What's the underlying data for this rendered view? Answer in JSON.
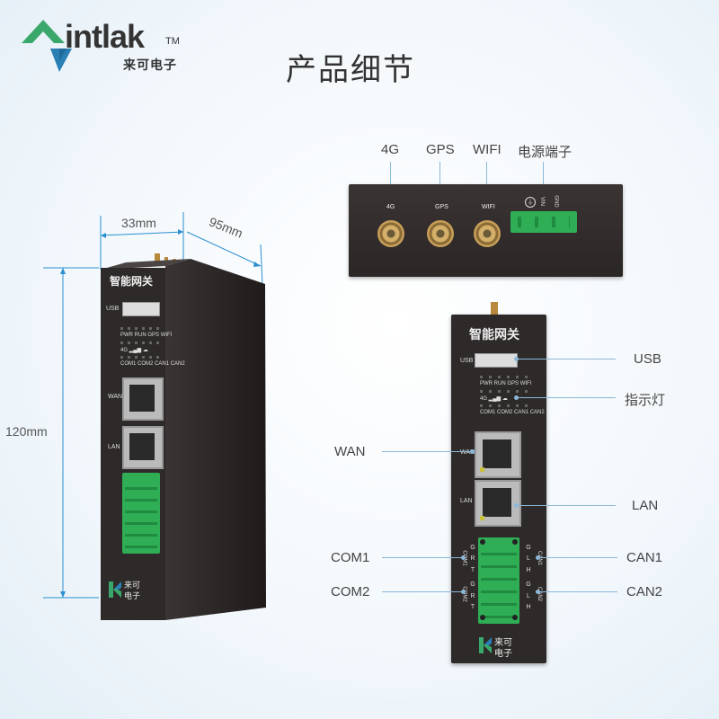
{
  "brand": {
    "name": "intlak",
    "tm": "TM",
    "cn_name": "来可电子"
  },
  "title": "产品细节",
  "dimensions": {
    "width": "33mm",
    "depth": "95mm",
    "height": "120mm"
  },
  "top_panel": {
    "labels": [
      "4G",
      "GPS",
      "WIFI",
      "电源端子"
    ],
    "ports": [
      "4G",
      "GPS",
      "WIFI"
    ],
    "terminal_labels": [
      "VIN",
      "GND"
    ]
  },
  "device": {
    "name": "智能网关",
    "usb": "USB",
    "led_row1": [
      "PWR",
      "RUN",
      "GPS",
      "WIFI"
    ],
    "led_row2": [
      "4G"
    ],
    "led_row3": [
      "COM1",
      "COM2",
      "CAN1",
      "CAN2"
    ],
    "wan": "WAN",
    "lan": "LAN",
    "left_pins": [
      "G",
      "R",
      "T",
      "G",
      "R",
      "T"
    ],
    "right_pins": [
      "G",
      "L",
      "H",
      "G",
      "L",
      "H"
    ],
    "left_groups": [
      "COM1",
      "COM2"
    ],
    "right_groups": [
      "CAN1",
      "CAN2"
    ],
    "footer_cn": [
      "来可",
      "电子"
    ]
  },
  "callouts": {
    "usb": "USB",
    "indicator": "指示灯",
    "wan": "WAN",
    "lan": "LAN",
    "com1": "COM1",
    "com2": "COM2",
    "can1": "CAN1",
    "can2": "CAN2"
  },
  "colors": {
    "brand_green": "#3aa86b",
    "brand_blue": "#2a7fb5",
    "terminal_green": "#2fae55",
    "device_body": "#2e2a29",
    "callout_line": "#8cb8d8"
  }
}
